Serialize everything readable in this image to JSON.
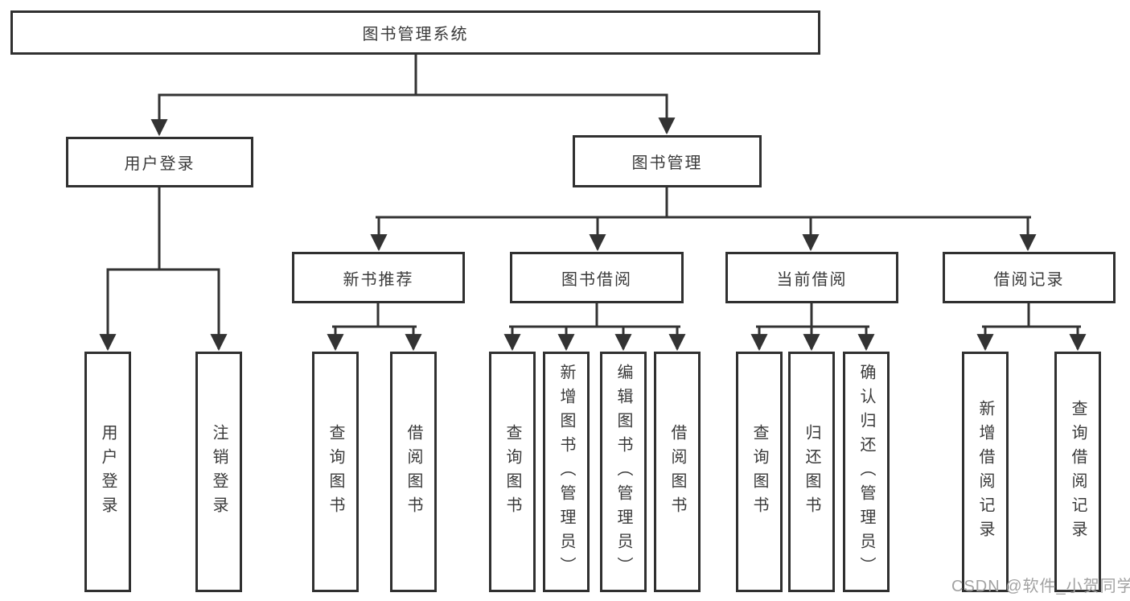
{
  "diagram": {
    "type": "hierarchy-tree",
    "tree": {
      "label": "图书管理系统",
      "children": [
        {
          "label": "用户登录",
          "children": [
            {
              "label": "用户登录"
            },
            {
              "label": "注销登录"
            }
          ]
        },
        {
          "label": "图书管理",
          "children": [
            {
              "label": "新书推荐",
              "children": [
                {
                  "label": "查询图书"
                },
                {
                  "label": "借阅图书"
                }
              ]
            },
            {
              "label": "图书借阅",
              "children": [
                {
                  "label": "查询图书"
                },
                {
                  "label": "新增图书（管理员）"
                },
                {
                  "label": "编辑图书（管理员）"
                },
                {
                  "label": "借阅图书"
                }
              ]
            },
            {
              "label": "当前借阅",
              "children": [
                {
                  "label": "查询图书"
                },
                {
                  "label": "归还图书"
                },
                {
                  "label": "确认归还（管理员）"
                }
              ]
            },
            {
              "label": "借阅记录",
              "children": [
                {
                  "label": "新增借阅记录"
                },
                {
                  "label": "查询借阅记录"
                }
              ]
            }
          ]
        }
      ]
    },
    "colors": {
      "line": "#333333",
      "box_border": "#303030",
      "text": "#3a3a3a",
      "background": "#ffffff",
      "watermark": "#a2a2a2"
    }
  },
  "watermark": {
    "text": "CSDN @软件_小贺同学"
  }
}
